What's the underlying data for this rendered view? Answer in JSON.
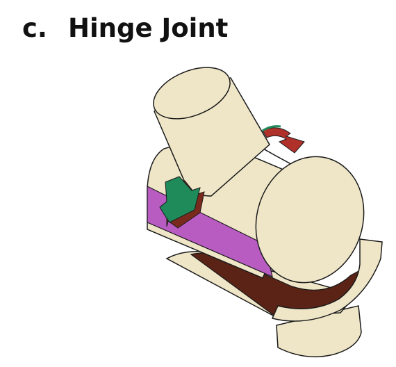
{
  "heading": {
    "letter": "c.",
    "title": "Hinge Joint"
  },
  "figure": {
    "colors": {
      "bone": "#efe6c8",
      "outline": "#1a1a1a",
      "cartilage": "#b85cc2",
      "socket_surface": "#5a2316",
      "arrow_green": "#1f8a5a",
      "arrow_green_shadow": "#7a2a1c",
      "arrow_red": "#b0302a"
    },
    "parts": [
      "upper-bone-shaft",
      "hinge-cylinder",
      "cylinder-end-cap",
      "lower-socket",
      "lower-bone-stub",
      "cartilage-band",
      "rotation-arrow-front",
      "rotation-arrow-back"
    ]
  }
}
